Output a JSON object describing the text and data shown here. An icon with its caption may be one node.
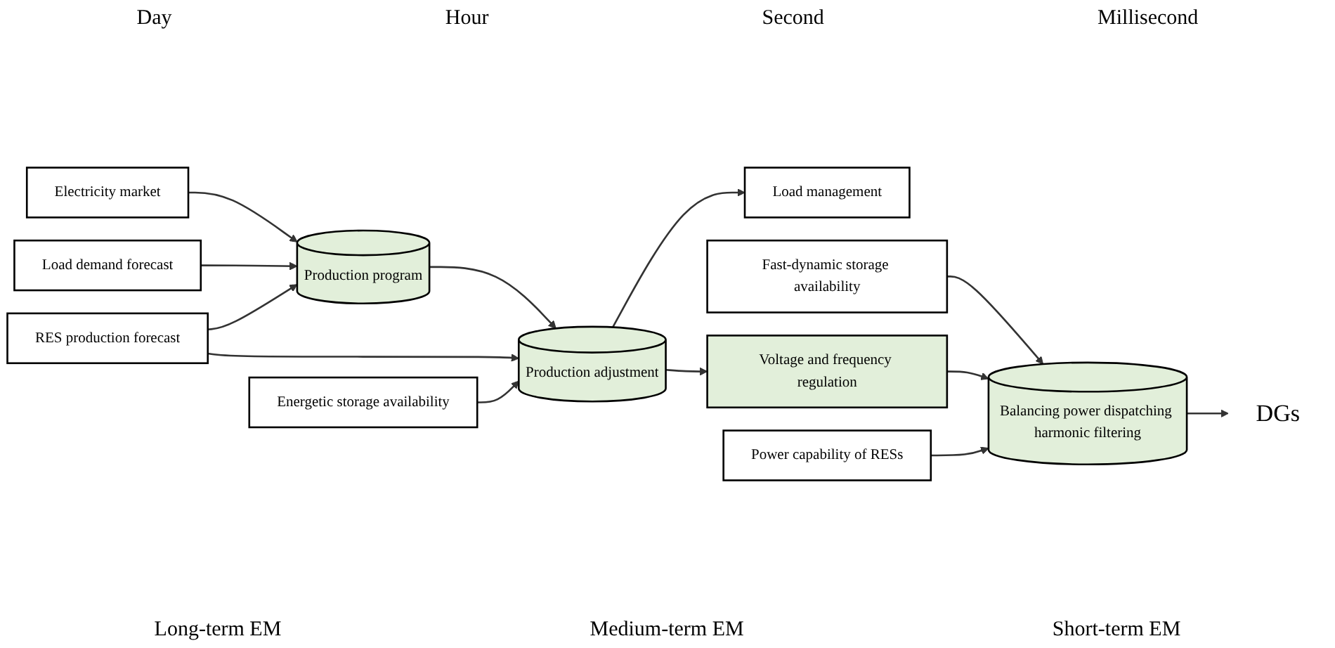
{
  "diagram": {
    "nodes": [
      {
        "text": [
          "Electricity market"
        ]
      },
      {
        "text": [
          "Production program"
        ]
      },
      {
        "text": [
          "Load management"
        ]
      },
      {
        "text": [
          "Production adjustment"
        ]
      },
      {
        "text": [
          "Voltage and frequency regulation"
        ]
      },
      {
        "text": [
          "Fast-dynamic storage availability"
        ]
      },
      {
        "text": [
          "Balancing power dispatching harmonic filtering"
        ]
      },
      {
        "text": [
          "DGs"
        ]
      },
      {
        "text": [
          "Load demand forecast"
        ]
      },
      {
        "text": [
          "RES production forecast"
        ]
      },
      {
        "text": [
          "Energetic storage availability"
        ]
      },
      {
        "text": [
          "Power capability of RESs"
        ]
      }
    ],
    "edges": [
      {
        "from": 0,
        "to": 1,
        "arrow": "to"
      },
      {
        "from": 8,
        "to": 1,
        "arrow": "to"
      },
      {
        "from": 9,
        "to": 1,
        "arrow": "to"
      },
      {
        "from": 1,
        "to": 3,
        "arrow": "to"
      },
      {
        "from": 3,
        "to": 2,
        "arrow": "to"
      },
      {
        "from": 9,
        "to": 3,
        "arrow": "to"
      },
      {
        "from": 10,
        "to": 3,
        "arrow": "to"
      },
      {
        "from": 3,
        "to": 4,
        "arrow": "to"
      },
      {
        "from": 5,
        "to": 6,
        "arrow": "to"
      },
      {
        "from": 4,
        "to": 6,
        "arrow": "to"
      },
      {
        "from": 11,
        "to": 6,
        "arrow": "to"
      },
      {
        "from": 6,
        "to": 7,
        "arrow": "to"
      }
    ],
    "labels": [
      "Day",
      "Hour",
      "Second",
      "Millisecond",
      "Long-term EM",
      "Medium-term EM",
      "Short-term EM"
    ]
  }
}
